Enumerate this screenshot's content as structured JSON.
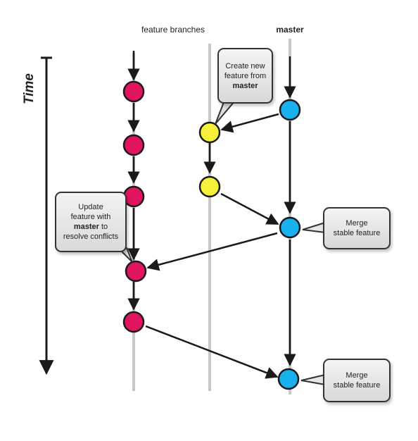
{
  "labels": {
    "time": "Time",
    "feature_branches": "feature branches",
    "master": "master"
  },
  "callouts": {
    "create": {
      "line1": "Create new",
      "line2": "feature from",
      "bold": "master"
    },
    "update": {
      "line1": "Update",
      "line2": "feature with",
      "bold": "master",
      "after_bold": " to",
      "line4": "resolve conflicts"
    },
    "merge1": {
      "line1": "Merge",
      "line2": "stable feature"
    },
    "merge2": {
      "line1": "Merge",
      "line2": "stable feature"
    }
  },
  "colors": {
    "feature_red": "#e0145f",
    "feature_yellow": "#f5f03a",
    "master_blue": "#18b0ee",
    "lane_gray": "#c8c8c8",
    "arrow": "#1a1a1a"
  }
}
